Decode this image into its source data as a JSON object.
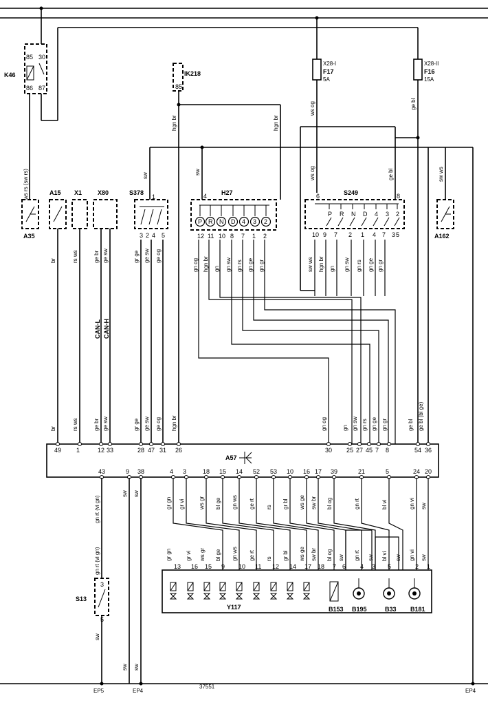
{
  "diagram_id": "37551",
  "ground_labels": {
    "ep5": "EP5",
    "ep4_left": "EP4",
    "ep4_right": "EP4"
  },
  "components": {
    "k46": {
      "name": "K46",
      "pins": [
        "85",
        "30",
        "86",
        "87"
      ]
    },
    "ik218": {
      "name": "IK218",
      "pin": "85"
    },
    "f17": {
      "name": "F17",
      "rail": "X28-I",
      "rating": "5A"
    },
    "f16": {
      "name": "F16",
      "rail": "X28-II",
      "rating": "15A"
    },
    "a35": {
      "name": "A35"
    },
    "a15": {
      "name": "A15"
    },
    "x1": {
      "name": "X1"
    },
    "x80": {
      "name": "X80"
    },
    "s378": {
      "name": "S378",
      "top_pin": "1",
      "bottom_pins": [
        "3",
        "2",
        "4",
        "5"
      ]
    },
    "h27": {
      "name": "H27",
      "top_pin": "4",
      "symbols": [
        "P",
        "R",
        "N",
        "D",
        "4",
        "3",
        "2"
      ],
      "bottom_pins": [
        "12",
        "11",
        "10",
        "8",
        "7",
        "1",
        "2"
      ]
    },
    "s249": {
      "name": "S249",
      "top_pins": [
        "6",
        "8"
      ],
      "symbols": [
        "P",
        "R",
        "N",
        "D",
        "4",
        "3",
        "2"
      ],
      "bottom_pins": [
        "10",
        "9",
        "7",
        "2",
        "1",
        "4",
        "7",
        "3",
        "5"
      ]
    },
    "a162": {
      "name": "A162"
    },
    "a57": {
      "name": "A57"
    },
    "s13": {
      "name": "S13",
      "pins": [
        "3",
        "5"
      ]
    },
    "y117": {
      "name": "Y117"
    },
    "b153": {
      "name": "B153"
    },
    "b195": {
      "name": "B195"
    },
    "b33": {
      "name": "B33"
    },
    "b181": {
      "name": "B181"
    }
  },
  "can_labels": [
    "CAN-L",
    "CAN-H"
  ],
  "a57_top_pins": [
    "49",
    "1",
    "12",
    "33",
    "28",
    "47",
    "31",
    "26",
    "30",
    "25",
    "27",
    "45",
    "7",
    "8",
    "54",
    "36"
  ],
  "a57_bottom_pins": [
    "43",
    "9",
    "38",
    "4",
    "3",
    "18",
    "15",
    "14",
    "52",
    "53",
    "10",
    "16",
    "17",
    "39",
    "21",
    "5",
    "24",
    "20"
  ],
  "y117_pins": [
    "13",
    "16",
    "15",
    "9",
    "10",
    "11",
    "12",
    "14",
    "17",
    "18",
    "7",
    "6",
    "4",
    "3",
    "5",
    "2",
    "1"
  ],
  "wire_colors": {
    "k46_down": "ws rs (sw rs)",
    "ik218_down": "hgn br",
    "f17_down": "ws og",
    "f16_down": "ge bl",
    "s378_feed": "sw",
    "h27_feed": "sw",
    "h27_right": "hgn br",
    "s249_left": "ws og",
    "s249_right": "ge bl",
    "a162_feed": "sw ws",
    "a15_lo": "br",
    "x1_lo": "rs ws",
    "x80_lo_1": "ge br",
    "x80_lo_2": "ge sw",
    "s378_lo": [
      "gr ge",
      "ge sw",
      "ge og"
    ],
    "h27_lo": [
      "gn og",
      "hgn br",
      "gn",
      "gn sw",
      "gn rs",
      "gn ge",
      "gn gr"
    ],
    "s249_lo": [
      "sw ws",
      "hgn br",
      "gn",
      "gn sw",
      "gn rs",
      "gn ge",
      "gn gr"
    ],
    "a57_top": [
      "br",
      "rs ws",
      "ge br",
      "ge sw",
      "gr ge",
      "ge sw",
      "ge og",
      "hgn br",
      "gn og",
      "gn",
      "gn sw",
      "gn rs",
      "gn ge",
      "gn gr",
      "ge bl",
      "ge bl (bl ge)"
    ],
    "a57_bottom": [
      "gn rt (vi gn)",
      "sw",
      "sw",
      "gr gn",
      "gr vi",
      "ws gr",
      "bl ge",
      "gn ws",
      "ge rt",
      "rs",
      "gr bl",
      "ws ge",
      "sw br",
      "bl og",
      "gn rt",
      "bl vi",
      "gn vi",
      "sw"
    ],
    "y117_top": [
      "gr gn",
      "gr vi",
      "ws gr",
      "bl ge",
      "gn ws",
      "ge rt",
      "rs",
      "gr bl",
      "ws ge",
      "sw br",
      "bl og",
      "sw",
      "gn rt",
      "sw",
      "bl vi",
      "sw",
      "gn vi",
      "sw"
    ],
    "s13_up": "gn rt (vi gn)",
    "s13_down": "sw",
    "ep_sw_1": "sw",
    "ep_sw_2": "sw"
  }
}
